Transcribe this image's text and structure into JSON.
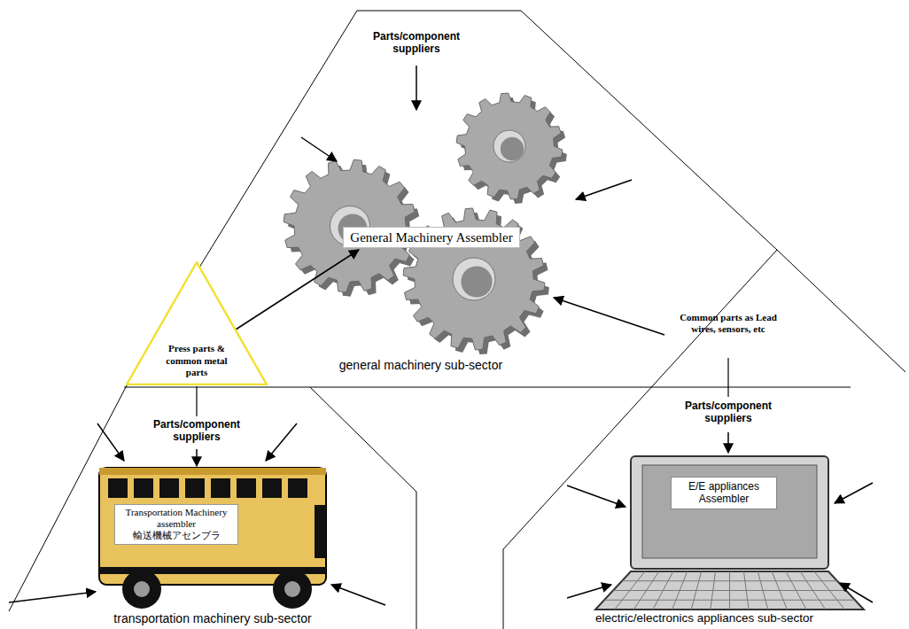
{
  "diagram": {
    "nodes": [
      {
        "text": [
          "General Machinery Assembler"
        ]
      },
      {
        "text": [
          "Press parts & common metal parts"
        ]
      },
      {
        "text": [
          "Transportation Machinery assembler",
          "輸送機械アセンブラ"
        ]
      },
      {
        "text": [
          "E/E appliances Assembler"
        ]
      }
    ],
    "edges": [
      {
        "from": 1,
        "to": 0,
        "arrow": "to"
      }
    ],
    "labels": [
      "Parts/component suppliers",
      "general machinery sub-sector",
      "Parts/component suppliers",
      "transportation machinery sub-sector",
      "Common parts as Lead wires, sensors, etc",
      "Parts/component suppliers",
      "electric/electronics appliances sub-sector"
    ]
  }
}
